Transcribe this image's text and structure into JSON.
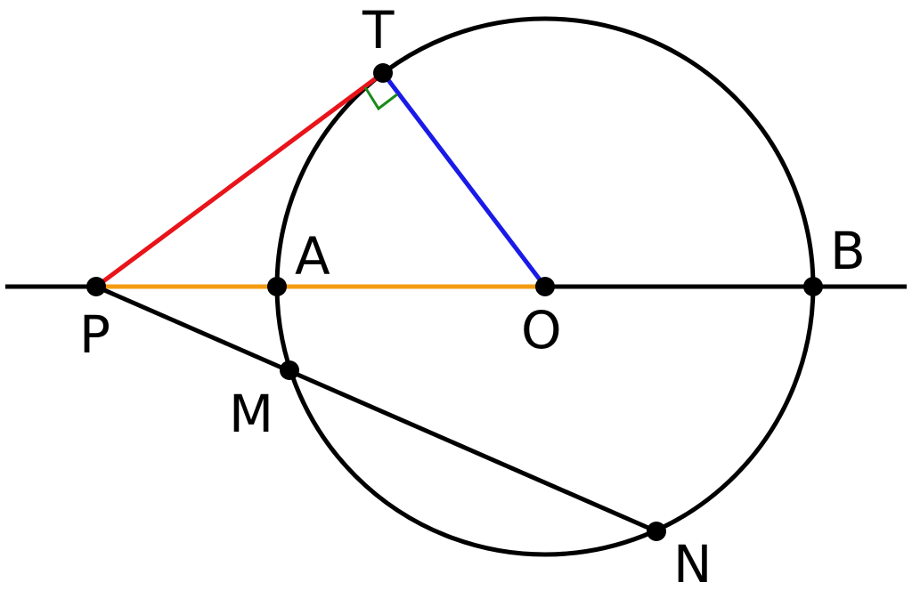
{
  "diagram": {
    "points": {
      "T": "T",
      "A": "A",
      "B": "B",
      "P": "P",
      "O": "O",
      "M": "M",
      "N": "N"
    },
    "colors": {
      "circle": "#000000",
      "axis_line": "#000000",
      "tangent_PT": "#e8141a",
      "radius_OT": "#1a1ae8",
      "segment_PO": "#f39c12",
      "secant_PN": "#000000",
      "right_angle_mark": "#1a8a1a",
      "point_fill": "#000000"
    }
  }
}
